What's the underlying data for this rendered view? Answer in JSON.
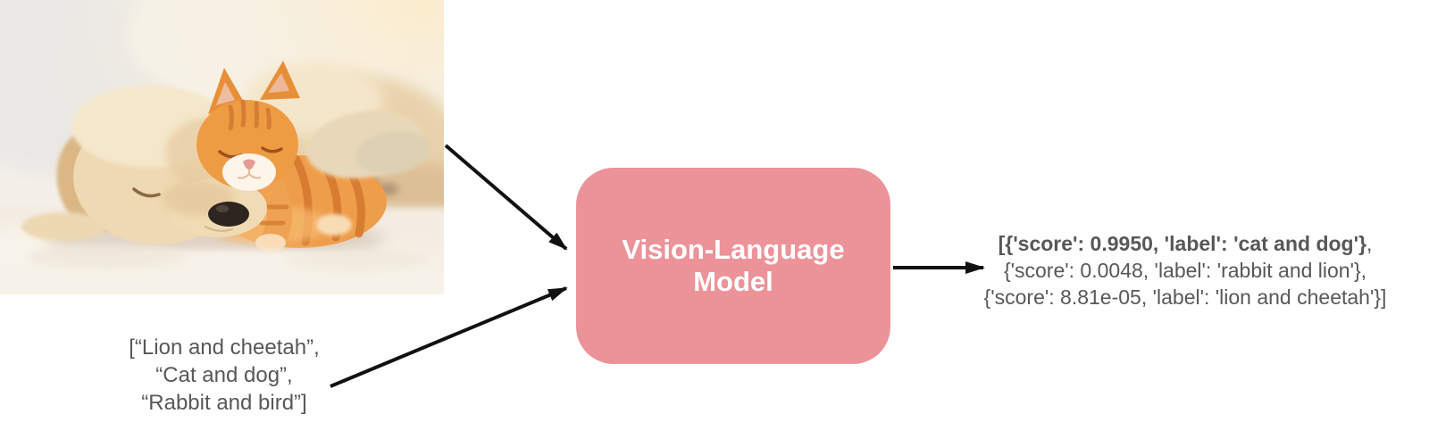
{
  "photo": {
    "description": "Sleeping cream puppy with a ginger tabby kitten resting on its head on a white blanket"
  },
  "input_list": {
    "lines": [
      "[“Lion and cheetah”,",
      "“Cat and dog”,",
      "“Rabbit and bird”]"
    ]
  },
  "model_box": {
    "label": "Vision-Language Model",
    "fill": "#ec9399",
    "text_color": "#ffffff"
  },
  "output": {
    "line1_bold": "[{'score': 0.9950, 'label': 'cat and dog'}",
    "line1_tail": ",",
    "line2": "{'score': 0.0048, 'label': 'rabbit and lion'},",
    "line3": "{'score': 8.81e-05, 'label': 'lion and cheetah'}]"
  },
  "colors": {
    "text_gray": "#58585a",
    "arrow_black": "#111111",
    "box_pink": "#ec9399"
  }
}
